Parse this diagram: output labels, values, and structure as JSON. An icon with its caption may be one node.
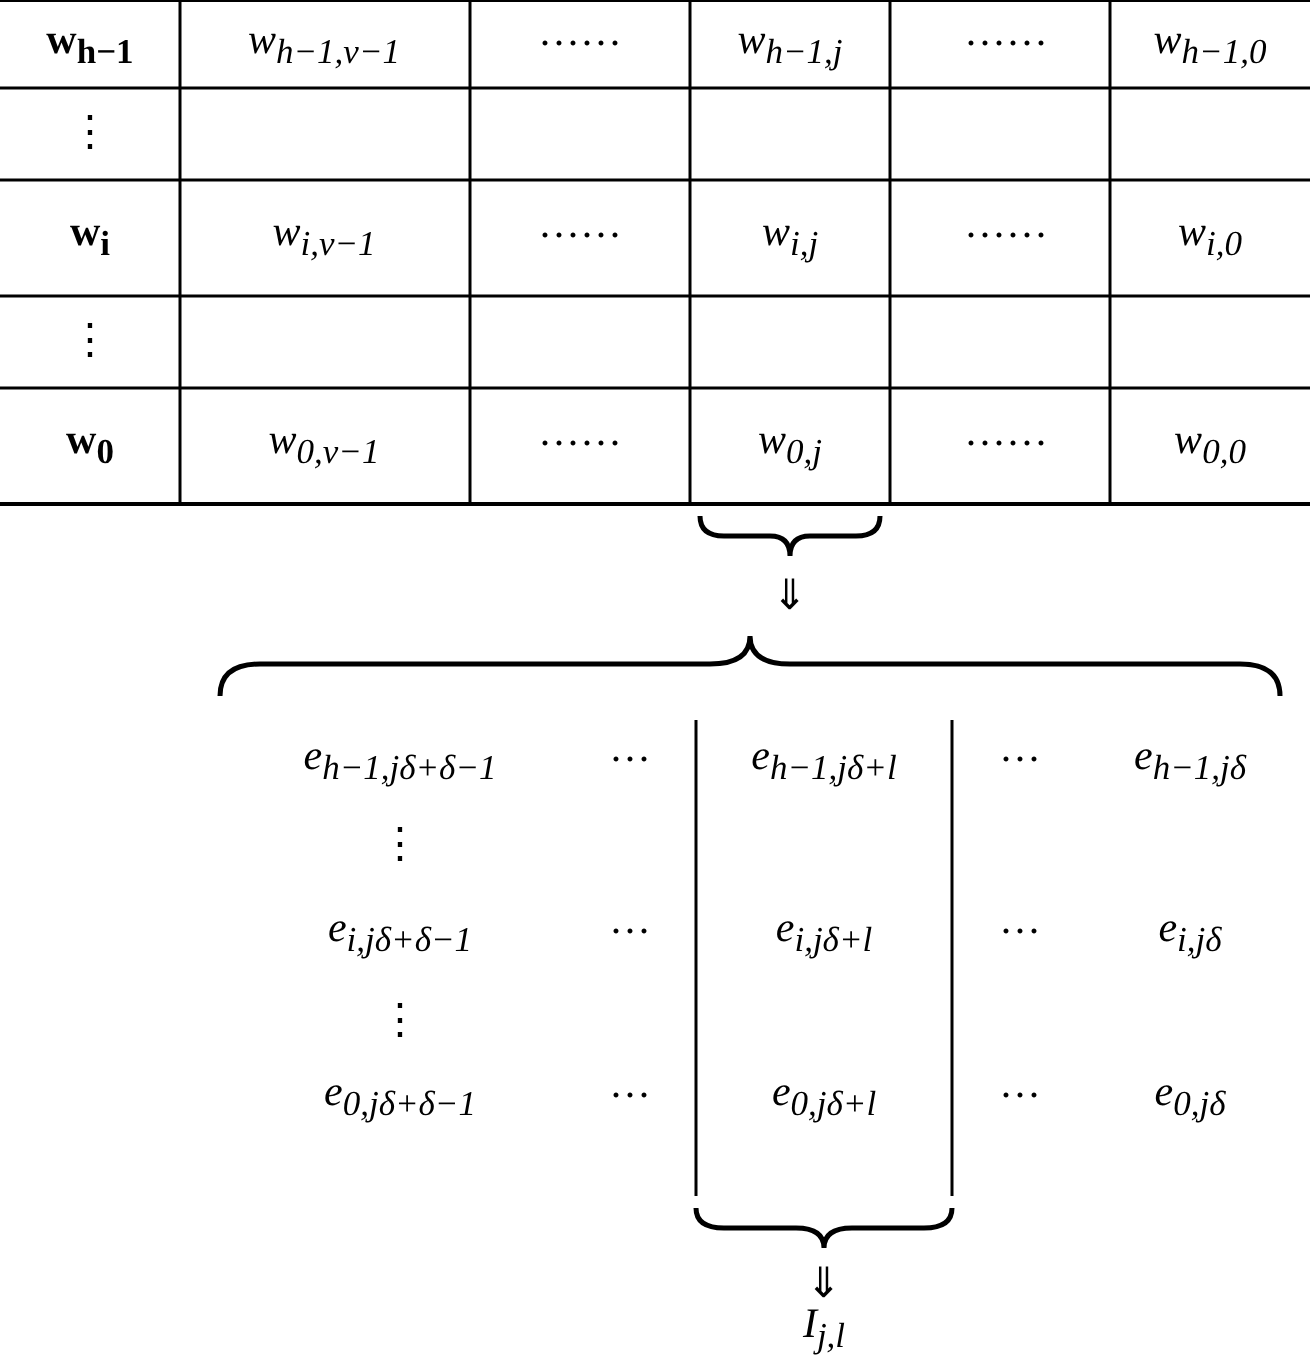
{
  "diagram": {
    "labels": [
      "w$_{h−1}$",
      "w$_{h−1,v−1}$",
      "······",
      "w$_{h−1,j}$",
      "······",
      "w$_{h−1,0}$",
      "⋮",
      "w$_{i}$",
      "w$_{i,v−1}$",
      "······",
      "w$_{i,j}$",
      "······",
      "w$_{i,0}$",
      "⋮",
      "w$_{0}$",
      "w$_{0,v−1}$",
      "······",
      "w$_{0,j}$",
      "······",
      "w$_{0,0}$",
      "⇓",
      "e$_{h−1,jδ+δ−1}$",
      "···",
      "e$_{h−1,jδ+l}$",
      "···",
      "e$_{h−1,jδ}$",
      "⋮",
      "e$_{i,jδ+δ−1}$",
      "···",
      "e$_{i,jδ+l}$",
      "···",
      "e$_{i,jδ}$",
      "⋮",
      "e$_{0,jδ+δ−1}$",
      "···",
      "e$_{0,jδ+l}$",
      "···",
      "e$_{0,jδ}$",
      "⇓",
      "I$_{j,l}$"
    ]
  }
}
